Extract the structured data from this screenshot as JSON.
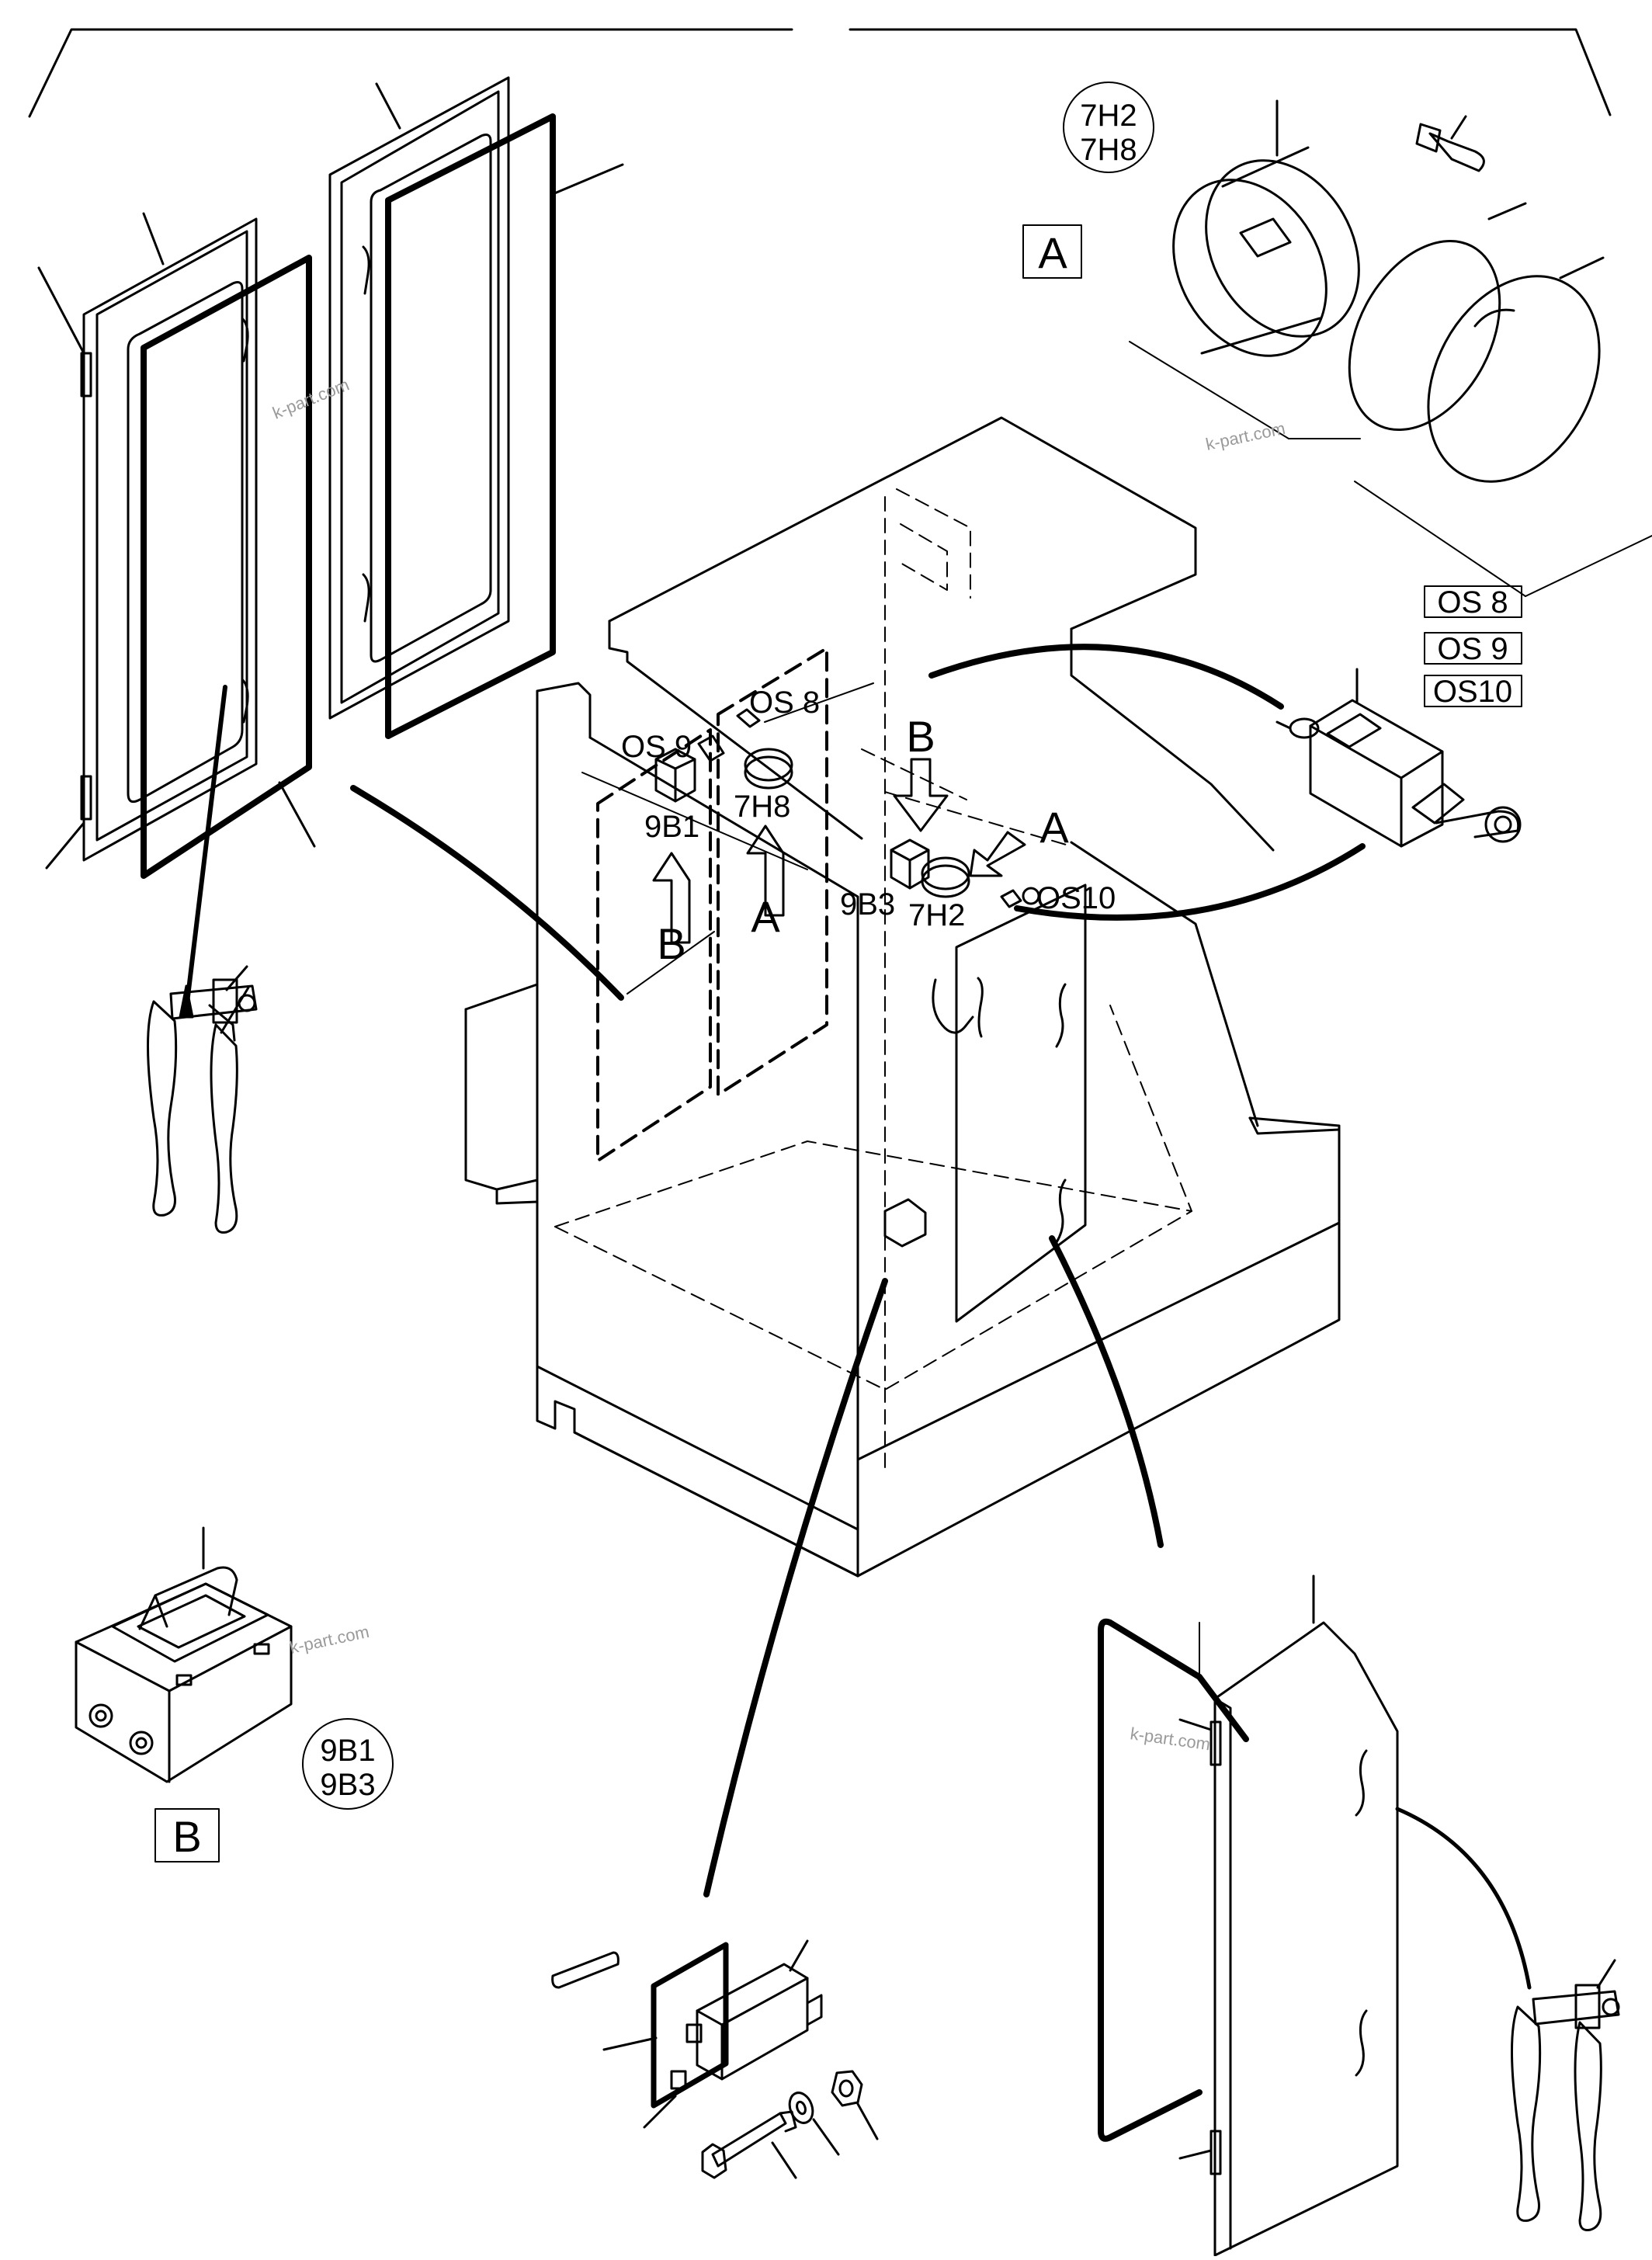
{
  "diagram": {
    "detail_a": {
      "box_letter": "A",
      "circle_line1": "7H2",
      "circle_line2": "7H8"
    },
    "detail_b": {
      "box_letter": "B",
      "circle_line1": "9B1",
      "circle_line2": "9B3"
    },
    "os_labels": [
      "OS 8",
      "OS 9",
      "OS10"
    ],
    "callouts": {
      "os8": "OS 8",
      "os9": "OS 9",
      "os10": "OS10",
      "b9b1": "9B1",
      "h7h8": "7H8",
      "b9b3": "9B3",
      "h7h2": "7H2",
      "arrow_b_left": "B",
      "arrow_a_left": "A",
      "arrow_b_right": "B",
      "arrow_a_right": "A"
    },
    "watermark": "k-part.com"
  },
  "colors": {
    "line": "#000000",
    "background": "#ffffff",
    "watermark": "#9a9a9a"
  }
}
